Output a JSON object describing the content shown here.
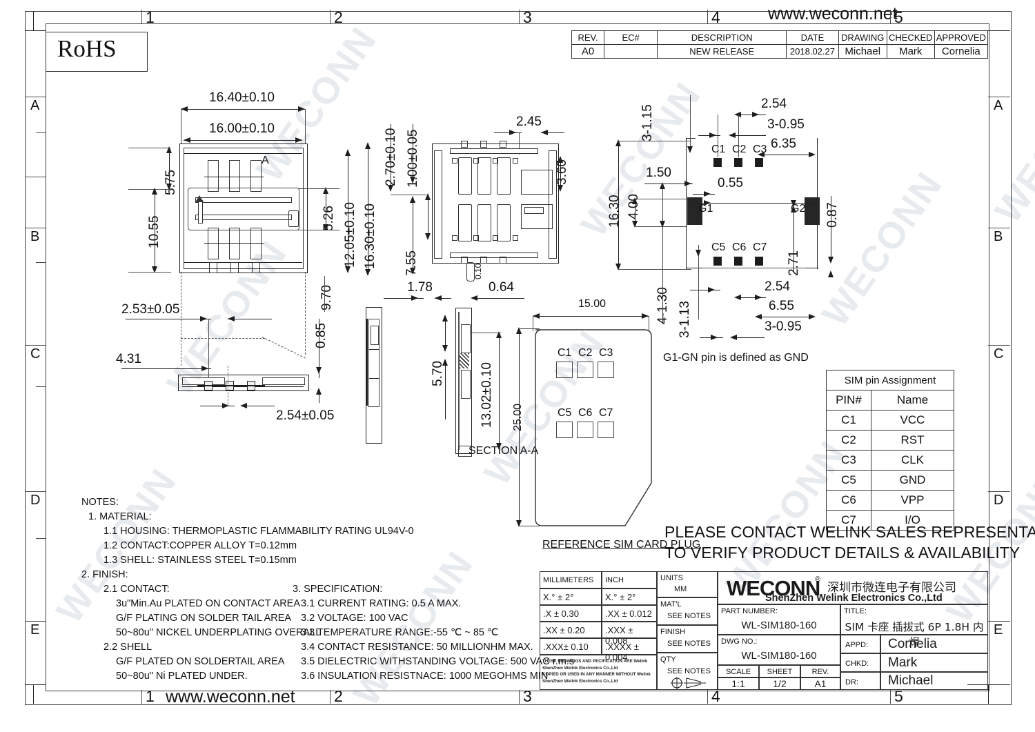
{
  "sheet": {
    "header_url": "www.weconn.net",
    "footer_url": "www.weconn.net",
    "rohs": "RoHS",
    "col_marks": [
      "1",
      "2",
      "3",
      "4",
      "5"
    ],
    "row_marks": [
      "A",
      "B",
      "C",
      "D",
      "E"
    ]
  },
  "revision_table": {
    "headers": [
      "REV.",
      "EC#",
      "DESCRIPTION",
      "DATE",
      "DRAWING",
      "CHECKED",
      "APPROVED"
    ],
    "rows": [
      {
        "rev": "A0",
        "ec": "",
        "description": "NEW RELEASE",
        "date": "2018.02.27",
        "drawing": "Michael",
        "checked": "Mark",
        "approved": "Cornelia"
      }
    ]
  },
  "views": {
    "top_view": {
      "dims": [
        "16.40±0.10",
        "16.00±0.10",
        "5.75",
        "10.55",
        "5.26",
        "12.05±0.10",
        "16.30±0.10",
        "9.70"
      ],
      "section_label": "A",
      "lower_dims": [
        "2.53±0.05",
        "4.31",
        "2.54±0.05",
        "0.85"
      ]
    },
    "mid_view": {
      "dims": [
        "2.70±0.10",
        "1.00±0.05",
        "2.45",
        "3.60",
        "7.55",
        "1.78",
        "0.64",
        "0.10"
      ]
    },
    "section_view": {
      "label": "SECTION A-A",
      "dims": [
        "5.70",
        "13.02±0.10",
        "25.00"
      ]
    },
    "footprint": {
      "pins_top": [
        "C1",
        "C2",
        "C3"
      ],
      "pins_bottom": [
        "C5",
        "C6",
        "C7"
      ],
      "ground_pads": [
        "G1",
        "G2"
      ],
      "dims": [
        "3-1.15",
        "2.54",
        "3-0.95",
        "6.35",
        "1.50",
        "0.55",
        "16.30",
        "4.00",
        "4-1.30",
        "0.87",
        "2.71",
        "3-1.13",
        "2.54",
        "6.55",
        "3-0.95"
      ],
      "note": "G1-GN pin is defined as GND"
    },
    "sim_card": {
      "caption": "REFERENCE SIM CARD PLUG",
      "width": "15.00",
      "height": "25.00",
      "contacts_top": [
        "C1",
        "C2",
        "C3"
      ],
      "contacts_bottom": [
        "C5",
        "C6",
        "C7"
      ]
    }
  },
  "pin_assignment": {
    "caption": "SIM pin Assignment",
    "headers": [
      "PIN#",
      "Name"
    ],
    "rows": [
      {
        "pin": "C1",
        "name": "VCC"
      },
      {
        "pin": "C2",
        "name": "RST"
      },
      {
        "pin": "C3",
        "name": "CLK"
      },
      {
        "pin": "C5",
        "name": "GND"
      },
      {
        "pin": "C6",
        "name": "VPP"
      },
      {
        "pin": "C7",
        "name": "I/O"
      }
    ]
  },
  "notes": {
    "title": "NOTES:",
    "lines": [
      "1. MATERIAL:",
      "1.1 HOUSING: THERMOPLASTIC  FLAMMABILITY RATING UL94V-0",
      "1.2 CONTACT:COPPER ALLOY T=0.12mm",
      "1.3 SHELL:   STAINLESS STEEL T=0.15mm",
      "2. FINISH:",
      "2.1 CONTACT:",
      "3u\"Min.Au PLATED ON CONTACT AREA",
      "G/F PLATING ON SOLDER TAIL AREA",
      "50~80u\" NICKEL UNDERPLATING OVERALL",
      "2.2 SHELL",
      "G/F PLATED ON SOLDERTAIL AREA",
      "50~80u\" Ni PLATED UNDER."
    ]
  },
  "specification": {
    "title": "3. SPECIFICATION:",
    "lines": [
      "3.1 CURRENT RATING: 0.5 A MAX.",
      "3.2 VOLTAGE: 100 VAC",
      "3.3 TEMPERATURE RANGE:-55 ℃ ~ 85 ℃",
      "3.4 CONTACT RESISTANCE: 50 MILLIONHM MAX.",
      "3.5 DIELECTRIC WITHSTANDING VOLTAGE: 500 VAC r.m.s",
      "3.6 INSULATION RESISTNACE: 1000 MEGOHMS MIN"
    ]
  },
  "sales_notice": {
    "line1": "PLEASE CONTACT WELINK SALES REPRESENTATIVE",
    "line2": "TO VERIFY PRODUCT DETAILS & AVAILABILITY"
  },
  "title_block": {
    "tolerance": {
      "col_headers": [
        "MILLIMETERS",
        "INCH"
      ],
      "rows": [
        [
          "X.°  ±  2°",
          "X.°   ±  2°"
        ],
        [
          ".X    ± 0.30",
          ".XX    ± 0.012"
        ],
        [
          ".XX  ± 0.20",
          ".XXX  ± 0.008"
        ],
        [
          ".XXX±  0.10",
          ".XXXX ± 0.004"
        ]
      ]
    },
    "disclaimer": "THESE DRAWINGS AND PECIFICATION  ARE Welink ShenZhen Welink Electronics Co.,Ltd  COPIED OR USED IN ANY MANNER WITHOUT Welink ShenZhen Welink Electronics Co.,Ltd",
    "disclaimer_lines": [
      "THESE DRAWINGS AND PECIFICATION  ARE Welink",
      "ShenZhen Welink Electronics Co.,Ltd",
      " COPIED OR USED IN ANY MANNER WITHOUT Welink",
      "ShenZhen Welink Electronics Co.,Ltd"
    ],
    "units_label": "UNITS",
    "units_value": "MM",
    "matl_label": "MAT'L",
    "matl_value": "SEE NOTES",
    "finish_label": "FINISH",
    "finish_value": "SEE NOTES",
    "qty_label": "QTY",
    "qty_value": "SEE NOTES",
    "company_logo": "WECONN",
    "company_reg": "®",
    "company_cn": "深圳市微连电子有限公司",
    "company_en": "ShenZhen Welink Electronics Co.,Ltd",
    "part_number_label": "PART NUMBER:",
    "part_number": "WL-SIM180-160",
    "title_label": "TITLE:",
    "title_value": "SIM 卡座 插拔式 6P 1.8H 内焊",
    "dwg_no_label": "DWG NO.:",
    "dwg_no": "WL-SIM180-160",
    "scale_label": "SCALE",
    "scale": "1:1",
    "sheet_label": "SHEET",
    "sheet": "1/2",
    "rev_label": "REV.",
    "rev": "A1",
    "appd_label": "APPD:",
    "appd": "Cornelia",
    "chkd_label": "CHKD:",
    "chkd": "Mark",
    "dr_label": "DR:",
    "dr": "Michael"
  },
  "watermark": {
    "text": "WECONN"
  }
}
